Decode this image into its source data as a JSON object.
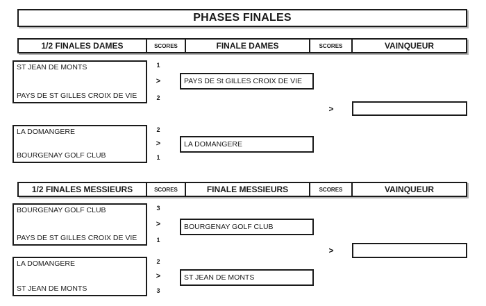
{
  "title": "PHASES FINALES",
  "arrow_symbol": ">",
  "colors": {
    "border": "#1a1a1a",
    "text": "#1a1a1a",
    "shadow": "#b3b3b3",
    "background": "#ffffff"
  },
  "sections": [
    {
      "name": "dames",
      "header": {
        "semifinals_label": "1/2 FINALES DAMES",
        "scores_label_1": "SCORES",
        "final_label": "FINALE DAMES",
        "scores_label_2": "SCORES",
        "winner_label": "VAINQUEUR"
      },
      "semifinals": [
        {
          "team_top": "ST JEAN DE MONTS",
          "score_top": "1",
          "team_bottom": "PAYS DE ST GILLES CROIX DE VIE",
          "score_bottom": "2",
          "finalist": "PAYS DE St GILLES CROIX DE VIE"
        },
        {
          "team_top": "LA DOMANGERE",
          "score_top": "2",
          "team_bottom": "BOURGENAY GOLF CLUB",
          "score_bottom": "1",
          "finalist": "LA DOMANGERE"
        }
      ],
      "winner": ""
    },
    {
      "name": "messieurs",
      "header": {
        "semifinals_label": "1/2 FINALES MESSIEURS",
        "scores_label_1": "SCORES",
        "final_label": "FINALE MESSIEURS",
        "scores_label_2": "SCORES",
        "winner_label": "VAINQUEUR"
      },
      "semifinals": [
        {
          "team_top": "BOURGENAY GOLF CLUB",
          "score_top": "3",
          "team_bottom": "PAYS DE ST GILLES CROIX DE VIE",
          "score_bottom": "1",
          "finalist": "BOURGENAY GOLF CLUB"
        },
        {
          "team_top": "LA DOMANGERE",
          "score_top": "2",
          "team_bottom": "ST JEAN DE MONTS",
          "score_bottom": "3",
          "finalist": "ST JEAN DE MONTS"
        }
      ],
      "winner": ""
    }
  ]
}
